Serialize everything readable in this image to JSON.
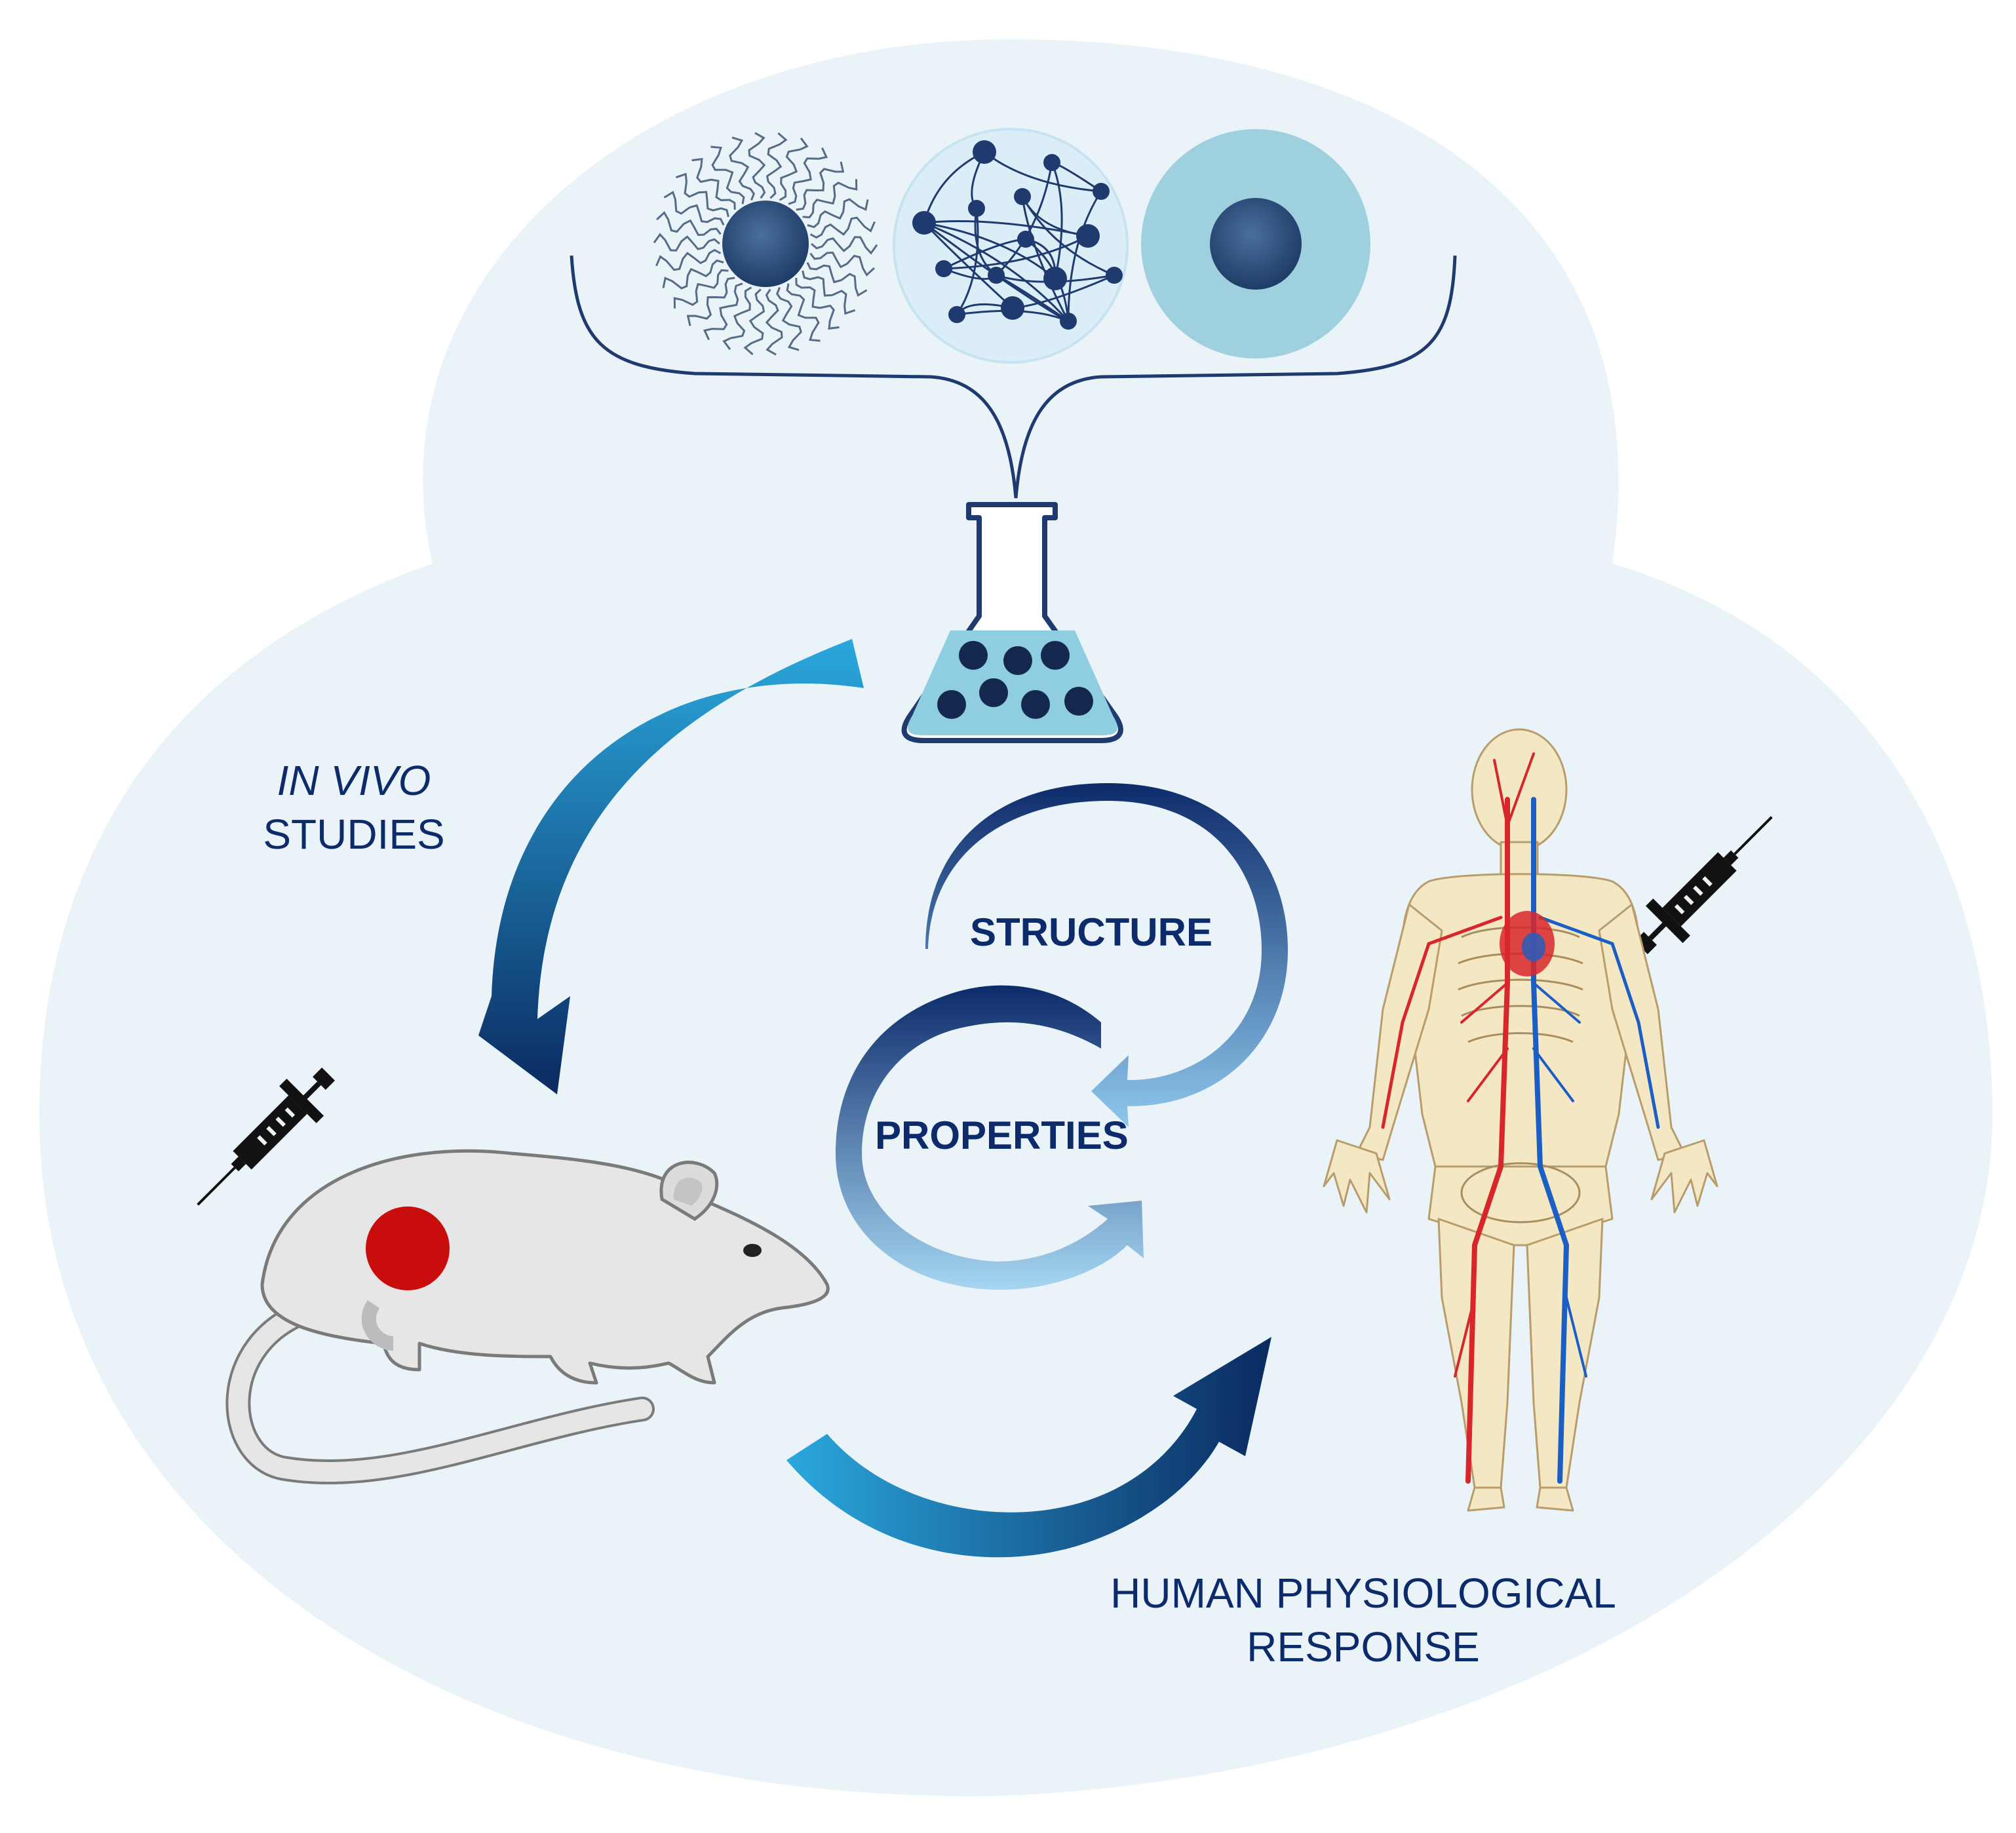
{
  "labels": {
    "in_vivo_italic": "IN VIVO",
    "in_vivo_rest": "STUDIES",
    "structure": "STRUCTURE",
    "properties": "PROPERTIES",
    "human_line1": "HUMAN PHYSIOLOGICAL",
    "human_line2": "RESPONSE"
  },
  "colors": {
    "background_blob": "#e9f3f8",
    "navy": "#0d2b6b",
    "arrow_light": "#29a7dc",
    "arrow_dark": "#0b2a60",
    "tumor": "#c90d0d",
    "particle": "#2c4f7e",
    "shell": "#9fd0de"
  },
  "icons": [
    "micelle-icon",
    "polymer-network-icon",
    "core-shell-particle-icon",
    "flask-icon",
    "syringe-icon",
    "mouse-icon",
    "human-body-icon"
  ]
}
